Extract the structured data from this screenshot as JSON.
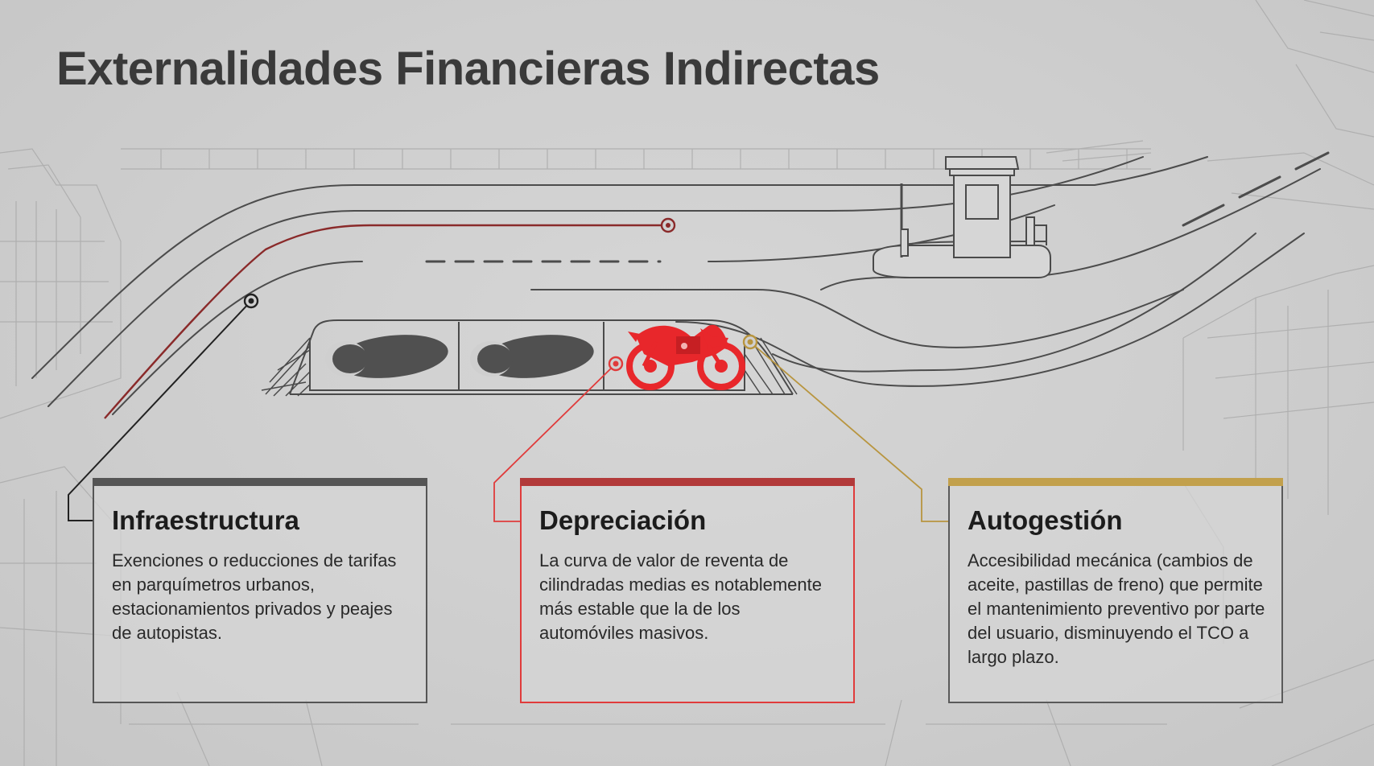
{
  "title": "Externalidades Financieras Indirectas",
  "colors": {
    "background": "#cfcfcf",
    "line": "#4a4a4a",
    "accent_red": "#e8272b",
    "accent_dark_red": "#8a2a2a",
    "accent_gold": "#b8953f",
    "title": "#3a3a3a"
  },
  "cards": [
    {
      "heading": "Infraestructura",
      "body": "Exenciones o reducciones de tarifas en parquímetros urbanos, estacionamientos privados y peajes de autopistas.",
      "accent": "#555555"
    },
    {
      "heading": "Depreciación",
      "body": "La curva de valor de reventa de cilindradas medias es notablemente más estable que la de los automóviles masivos.",
      "accent": "#b23a3a"
    },
    {
      "heading": "Autogestión",
      "body": "Accesibilidad mecánica (cambios de aceite, pastillas de freno) que permite el mantenimiento preventivo por parte del usuario, disminuyendo el TCO a largo plazo.",
      "accent": "#c2a04c"
    }
  ],
  "icons": {
    "parking_spot_1": "footprint-icon",
    "parking_spot_2": "footprint-icon",
    "parking_spot_3": "motorcycle-icon",
    "toll": "toll-booth-icon"
  }
}
